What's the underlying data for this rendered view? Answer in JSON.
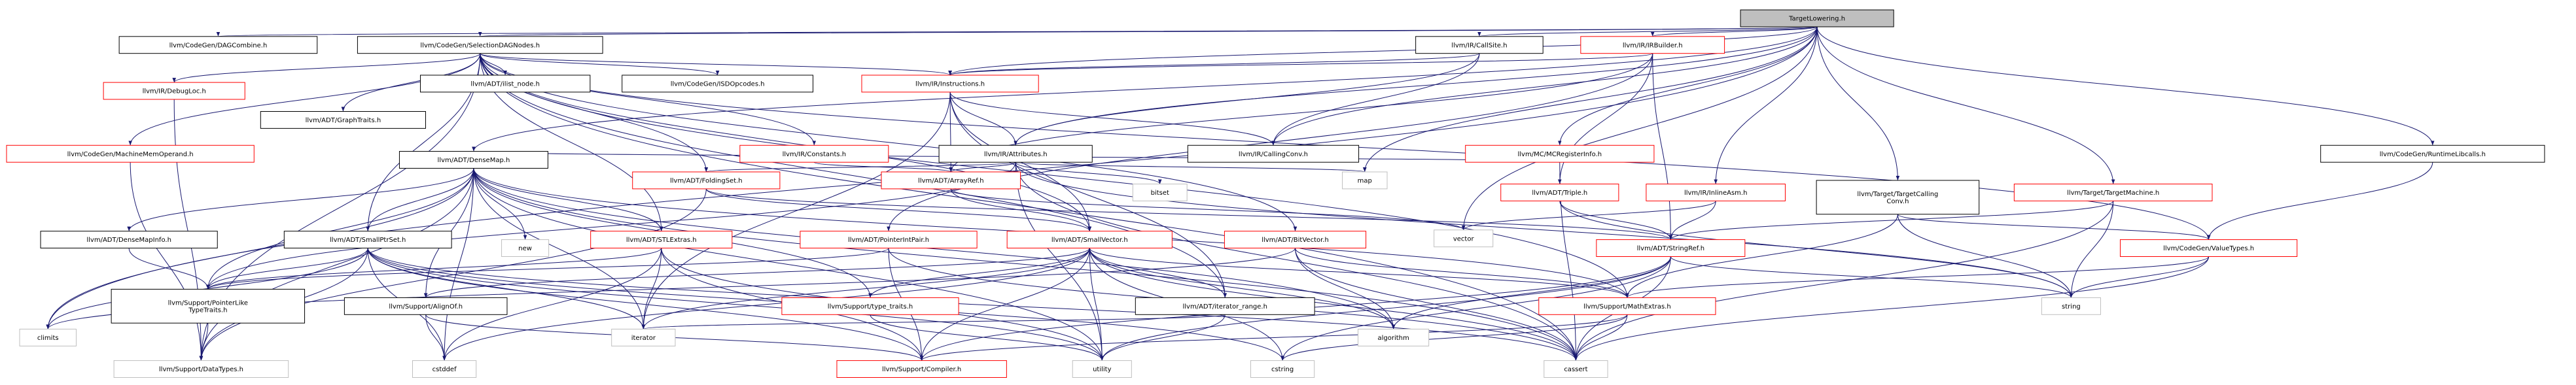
{
  "colors": {
    "edge": "#191970",
    "root_fill": "#bfbfbf",
    "box_black": "#000000",
    "box_red": "#ff0000",
    "ext_gray": "#bfbfbf",
    "text": "#000000"
  },
  "nodes": [
    {
      "id": "root",
      "label": "TargetLowering.h",
      "kind": "root"
    },
    {
      "id": "dagcombine",
      "label": "llvm/CodeGen/DAGCombine.h",
      "kind": "black"
    },
    {
      "id": "seldag",
      "label": "llvm/CodeGen/SelectionDAGNodes.h",
      "kind": "black"
    },
    {
      "id": "callsite",
      "label": "llvm/IR/CallSite.h",
      "kind": "black"
    },
    {
      "id": "irbuilder",
      "label": "llvm/IR/IRBuilder.h",
      "kind": "red"
    },
    {
      "id": "runtimelibcalls",
      "label": "llvm/CodeGen/RuntimeLibcalls.h",
      "kind": "black"
    },
    {
      "id": "debugloc",
      "label": "llvm/IR/DebugLoc.h",
      "kind": "red"
    },
    {
      "id": "graphtraits",
      "label": "llvm/ADT/GraphTraits.h",
      "kind": "black"
    },
    {
      "id": "ilistnode",
      "label": "llvm/ADT/ilist_node.h",
      "kind": "black"
    },
    {
      "id": "isdopcodes",
      "label": "llvm/CodeGen/ISDOpcodes.h",
      "kind": "black"
    },
    {
      "id": "instructions",
      "label": "llvm/IR/Instructions.h",
      "kind": "red"
    },
    {
      "id": "attributes",
      "label": "llvm/IR/Attributes.h",
      "kind": "black"
    },
    {
      "id": "callingconv",
      "label": "llvm/IR/CallingConv.h",
      "kind": "black"
    },
    {
      "id": "mcreginfo",
      "label": "llvm/MC/MCRegisterInfo.h",
      "kind": "red"
    },
    {
      "id": "memoperand",
      "label": "llvm/CodeGen/MachineMemOperand.h",
      "kind": "red"
    },
    {
      "id": "constants",
      "label": "llvm/IR/Constants.h",
      "kind": "red"
    },
    {
      "id": "densemap",
      "label": "llvm/ADT/DenseMap.h",
      "kind": "black"
    },
    {
      "id": "foldingset",
      "label": "llvm/ADT/FoldingSet.h",
      "kind": "red"
    },
    {
      "id": "arrayref",
      "label": "llvm/ADT/ArrayRef.h",
      "kind": "red"
    },
    {
      "id": "bitset",
      "label": "bitset",
      "kind": "ext"
    },
    {
      "id": "map",
      "label": "map",
      "kind": "ext"
    },
    {
      "id": "triple",
      "label": "llvm/ADT/Triple.h",
      "kind": "red"
    },
    {
      "id": "inlineasm",
      "label": "llvm/IR/InlineAsm.h",
      "kind": "red"
    },
    {
      "id": "targetcc",
      "label": "llvm/Target/TargetCalling\nConv.h",
      "kind": "black"
    },
    {
      "id": "targetmachine",
      "label": "llvm/Target/TargetMachine.h",
      "kind": "red"
    },
    {
      "id": "densemapinfo",
      "label": "llvm/ADT/DenseMapInfo.h",
      "kind": "black"
    },
    {
      "id": "smallptrset",
      "label": "llvm/ADT/SmallPtrSet.h",
      "kind": "black"
    },
    {
      "id": "new",
      "label": "new",
      "kind": "ext"
    },
    {
      "id": "stlextras",
      "label": "llvm/ADT/STLExtras.h",
      "kind": "red"
    },
    {
      "id": "pointerintpair",
      "label": "llvm/ADT/PointerIntPair.h",
      "kind": "red"
    },
    {
      "id": "smallvector",
      "label": "llvm/ADT/SmallVector.h",
      "kind": "red"
    },
    {
      "id": "bitvector",
      "label": "llvm/ADT/BitVector.h",
      "kind": "red"
    },
    {
      "id": "vector",
      "label": "vector",
      "kind": "ext"
    },
    {
      "id": "stringref",
      "label": "llvm/ADT/StringRef.h",
      "kind": "red"
    },
    {
      "id": "valuetypes",
      "label": "llvm/CodeGen/ValueTypes.h",
      "kind": "red"
    },
    {
      "id": "climits",
      "label": "climits",
      "kind": "ext"
    },
    {
      "id": "ptrlike",
      "label": "llvm/Support/PointerLike\nTypeTraits.h",
      "kind": "black"
    },
    {
      "id": "alignof",
      "label": "llvm/Support/AlignOf.h",
      "kind": "black"
    },
    {
      "id": "iterator",
      "label": "iterator",
      "kind": "ext"
    },
    {
      "id": "typetraits",
      "label": "llvm/Support/type_traits.h",
      "kind": "red"
    },
    {
      "id": "iterrange",
      "label": "llvm/ADT/iterator_range.h",
      "kind": "black"
    },
    {
      "id": "algorithm",
      "label": "algorithm",
      "kind": "ext"
    },
    {
      "id": "mathextras",
      "label": "llvm/Support/MathExtras.h",
      "kind": "red"
    },
    {
      "id": "string",
      "label": "string",
      "kind": "ext"
    },
    {
      "id": "datatypes",
      "label": "llvm/Support/DataTypes.h",
      "kind": "ext"
    },
    {
      "id": "cstddef",
      "label": "cstddef",
      "kind": "ext"
    },
    {
      "id": "compiler",
      "label": "llvm/Support/Compiler.h",
      "kind": "red"
    },
    {
      "id": "utility",
      "label": "utility",
      "kind": "ext"
    },
    {
      "id": "cstring",
      "label": "cstring",
      "kind": "ext"
    },
    {
      "id": "cassert",
      "label": "cassert",
      "kind": "ext"
    }
  ],
  "edges": [
    [
      "root",
      "dagcombine"
    ],
    [
      "root",
      "seldag"
    ],
    [
      "root",
      "callsite"
    ],
    [
      "root",
      "irbuilder"
    ],
    [
      "root",
      "runtimelibcalls"
    ],
    [
      "root",
      "instructions"
    ],
    [
      "root",
      "attributes"
    ],
    [
      "root",
      "callingconv"
    ],
    [
      "root",
      "mcreginfo"
    ],
    [
      "root",
      "densemap"
    ],
    [
      "root",
      "map"
    ],
    [
      "root",
      "inlineasm"
    ],
    [
      "root",
      "targetcc"
    ],
    [
      "root",
      "targetmachine"
    ],
    [
      "root",
      "vector"
    ],
    [
      "root",
      "climits"
    ],
    [
      "seldag",
      "debugloc"
    ],
    [
      "seldag",
      "graphtraits"
    ],
    [
      "seldag",
      "ilistnode"
    ],
    [
      "seldag",
      "isdopcodes"
    ],
    [
      "seldag",
      "instructions"
    ],
    [
      "seldag",
      "memoperand"
    ],
    [
      "seldag",
      "constants"
    ],
    [
      "seldag",
      "foldingset"
    ],
    [
      "seldag",
      "smallptrset"
    ],
    [
      "seldag",
      "stlextras"
    ],
    [
      "seldag",
      "smallvector"
    ],
    [
      "seldag",
      "bitvector"
    ],
    [
      "seldag",
      "valuetypes"
    ],
    [
      "seldag",
      "mathextras"
    ],
    [
      "seldag",
      "iterrange"
    ],
    [
      "seldag",
      "cassert"
    ],
    [
      "seldag",
      "datatypes"
    ],
    [
      "callsite",
      "instructions"
    ],
    [
      "callsite",
      "attributes"
    ],
    [
      "callsite",
      "callingconv"
    ],
    [
      "irbuilder",
      "instructions"
    ],
    [
      "irbuilder",
      "arrayref"
    ],
    [
      "irbuilder",
      "stringref"
    ],
    [
      "irbuilder",
      "triple"
    ],
    [
      "irbuilder",
      "pointerintpair"
    ],
    [
      "runtimelibcalls",
      "valuetypes"
    ],
    [
      "instructions",
      "attributes"
    ],
    [
      "instructions",
      "callingconv"
    ],
    [
      "instructions",
      "arrayref"
    ],
    [
      "instructions",
      "smallvector"
    ],
    [
      "instructions",
      "iterator"
    ],
    [
      "instructions",
      "iterrange"
    ],
    [
      "attributes",
      "arrayref"
    ],
    [
      "attributes",
      "foldingset"
    ],
    [
      "attributes",
      "bitset"
    ],
    [
      "attributes",
      "map"
    ],
    [
      "attributes",
      "cassert"
    ],
    [
      "attributes",
      "string"
    ],
    [
      "attributes",
      "ptrlike"
    ],
    [
      "attributes",
      "utility"
    ],
    [
      "constants",
      "arrayref"
    ],
    [
      "mcreginfo",
      "densemap"
    ],
    [
      "mcreginfo",
      "cassert"
    ],
    [
      "memoperand",
      "datatypes"
    ],
    [
      "debugloc",
      "datatypes"
    ],
    [
      "densemap",
      "densemapinfo"
    ],
    [
      "densemap",
      "ptrlike"
    ],
    [
      "densemap",
      "alignof"
    ],
    [
      "densemap",
      "mathextras"
    ],
    [
      "densemap",
      "typetraits"
    ],
    [
      "densemap",
      "datatypes"
    ],
    [
      "densemap",
      "algorithm"
    ],
    [
      "densemap",
      "climits"
    ],
    [
      "densemap",
      "new"
    ],
    [
      "densemap",
      "iterator"
    ],
    [
      "densemap",
      "utility"
    ],
    [
      "densemap",
      "cstddef"
    ],
    [
      "densemap",
      "cassert"
    ],
    [
      "densemap",
      "smallptrset"
    ],
    [
      "densemap",
      "stlextras"
    ],
    [
      "foldingset",
      "smallvector"
    ],
    [
      "foldingset",
      "stringref"
    ],
    [
      "foldingset",
      "datatypes"
    ],
    [
      "arrayref",
      "smallvector"
    ],
    [
      "arrayref",
      "vector"
    ],
    [
      "triple",
      "stringref"
    ],
    [
      "triple",
      "string"
    ],
    [
      "inlineasm",
      "stringref"
    ],
    [
      "inlineasm",
      "vector"
    ],
    [
      "targetcc",
      "valuetypes"
    ],
    [
      "targetcc",
      "mathextras"
    ],
    [
      "targetcc",
      "string"
    ],
    [
      "targetmachine",
      "stringref"
    ],
    [
      "targetmachine",
      "string"
    ],
    [
      "targetmachine",
      "cassert"
    ],
    [
      "densemapinfo",
      "ptrlike"
    ],
    [
      "smallptrset",
      "ptrlike"
    ],
    [
      "smallptrset",
      "compiler"
    ],
    [
      "smallptrset",
      "datatypes"
    ],
    [
      "smallptrset",
      "iterator"
    ],
    [
      "smallptrset",
      "cassert"
    ],
    [
      "smallptrset",
      "climits"
    ],
    [
      "smallptrset",
      "cstddef"
    ],
    [
      "smallptrset",
      "cstring"
    ],
    [
      "smallptrset",
      "utility"
    ],
    [
      "stlextras",
      "compiler"
    ],
    [
      "stlextras",
      "iterator"
    ],
    [
      "stlextras",
      "utility"
    ],
    [
      "stlextras",
      "cstddef"
    ],
    [
      "stlextras",
      "ptrlike"
    ],
    [
      "pointerintpair",
      "compiler"
    ],
    [
      "pointerintpair",
      "ptrlike"
    ],
    [
      "pointerintpair",
      "cassert"
    ],
    [
      "smallvector",
      "iterrange"
    ],
    [
      "smallvector",
      "alignof"
    ],
    [
      "smallvector",
      "compiler"
    ],
    [
      "smallvector",
      "mathextras"
    ],
    [
      "smallvector",
      "typetraits"
    ],
    [
      "smallvector",
      "algorithm"
    ],
    [
      "smallvector",
      "cassert"
    ],
    [
      "smallvector",
      "cstddef"
    ],
    [
      "smallvector",
      "cstring"
    ],
    [
      "smallvector",
      "iterator"
    ],
    [
      "smallvector",
      "utility"
    ],
    [
      "bitvector",
      "mathextras"
    ],
    [
      "bitvector",
      "algorithm"
    ],
    [
      "bitvector",
      "cassert"
    ],
    [
      "bitvector",
      "climits"
    ],
    [
      "stringref",
      "compiler"
    ],
    [
      "stringref",
      "algorithm"
    ],
    [
      "stringref",
      "cassert"
    ],
    [
      "stringref",
      "cstring"
    ],
    [
      "stringref",
      "string"
    ],
    [
      "stringref",
      "utility"
    ],
    [
      "valuetypes",
      "mathextras"
    ],
    [
      "valuetypes",
      "cassert"
    ],
    [
      "valuetypes",
      "string"
    ],
    [
      "ptrlike",
      "datatypes"
    ],
    [
      "alignof",
      "compiler"
    ],
    [
      "alignof",
      "cstddef"
    ],
    [
      "typetraits",
      "utility"
    ],
    [
      "iterrange",
      "utility"
    ],
    [
      "iterrange",
      "iterator"
    ],
    [
      "mathextras",
      "compiler"
    ],
    [
      "mathextras",
      "cassert"
    ],
    [
      "mathextras",
      "cstring"
    ]
  ]
}
